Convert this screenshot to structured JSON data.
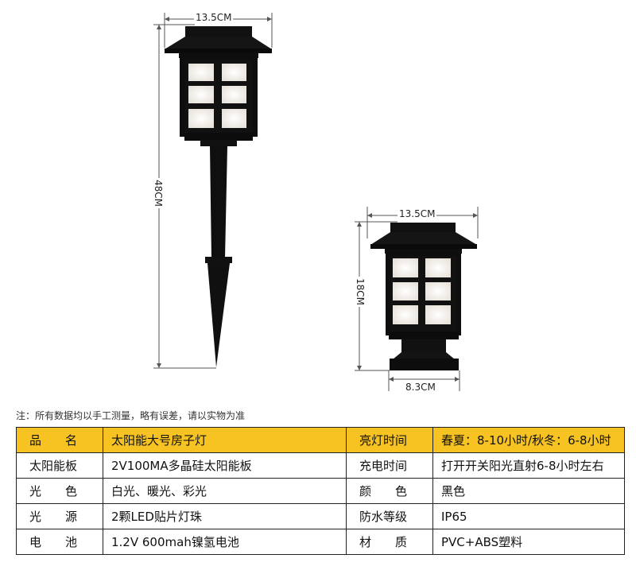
{
  "dimensions": {
    "stake_light": {
      "width": "13.5CM",
      "height": "48CM"
    },
    "post_light": {
      "top_width": "13.5CM",
      "height": "18CM",
      "base_width": "8.3CM"
    }
  },
  "colors": {
    "header_bg": "#f6c322",
    "lamp_body": "#0e0e0e",
    "pane": "#f4f0ea"
  },
  "note": "注：所有数据均以手工测量，略有误差，请以实物为准",
  "table": {
    "rows": [
      {
        "k1": "品　　名",
        "v1": "太阳能大号房子灯",
        "k2": "亮灯时间",
        "v2": "春夏：8-10小时/秋冬：6-8小时"
      },
      {
        "k1": "太阳能板",
        "v1": "2V100MA多晶硅太阳能板",
        "k2": "充电时间",
        "v2": "打开开关阳光直射6-8小时左右"
      },
      {
        "k1": "光　　色",
        "v1": "白光、暖光、彩光",
        "k2": "颜　　色",
        "v2": "黑色"
      },
      {
        "k1": "光　　源",
        "v1": "2颗LED贴片灯珠",
        "k2": "防水等级",
        "v2": "IP65"
      },
      {
        "k1": "电　　池",
        "v1": "1.2V 600mah镍氢电池",
        "k2": "材　　质",
        "v2": "PVC+ABS塑料"
      }
    ]
  }
}
